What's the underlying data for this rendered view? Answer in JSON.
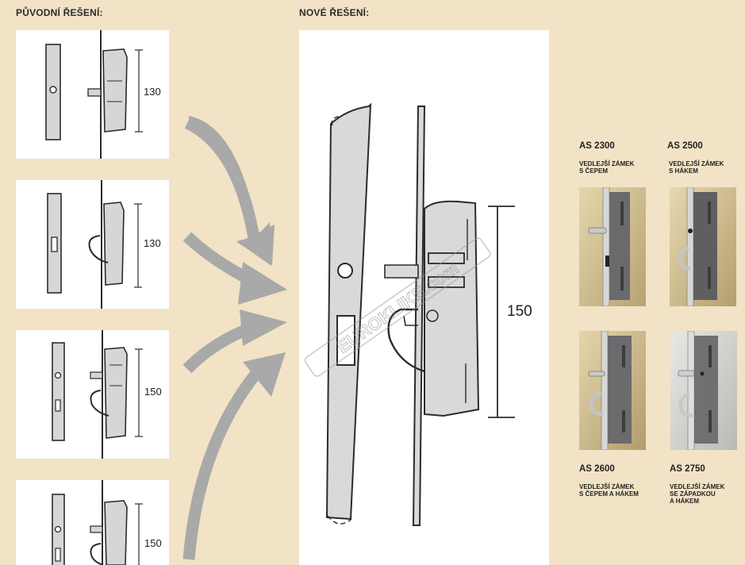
{
  "headings": {
    "original": "PŮVODNÍ ŘEŠENÍ:",
    "new": "NOVÉ ŘEŠENÍ:"
  },
  "original_solutions": [
    {
      "dimension": "130"
    },
    {
      "dimension": "130"
    },
    {
      "dimension": "150"
    },
    {
      "dimension": "150"
    }
  ],
  "new_solution": {
    "dimension": "150"
  },
  "watermark": "EUROKLIKE.com",
  "products": [
    {
      "model": "AS 2300",
      "description": [
        "VEDLEJŠÍ ZÁMEK",
        "S ČEPEM"
      ]
    },
    {
      "model": "AS 2500",
      "description": [
        "VEDLEJŠÍ ZÁMEK",
        "S HÁKEM"
      ]
    },
    {
      "model": "AS 2600",
      "description": [
        "VEDLEJŠÍ ZÁMEK",
        "S ČEPEM A HÁKEM"
      ]
    },
    {
      "model": "AS 2750",
      "description": [
        "VEDLEJŠÍ ZÁMEK",
        "SE ZÁPADKOU",
        "A HÁKEM"
      ]
    }
  ],
  "colors": {
    "background": "#f2e3c6",
    "panel": "#ffffff",
    "arrow": "#a9a9a9",
    "lock_fill": "#d6d6d6",
    "ink": "#2b2b2b"
  }
}
